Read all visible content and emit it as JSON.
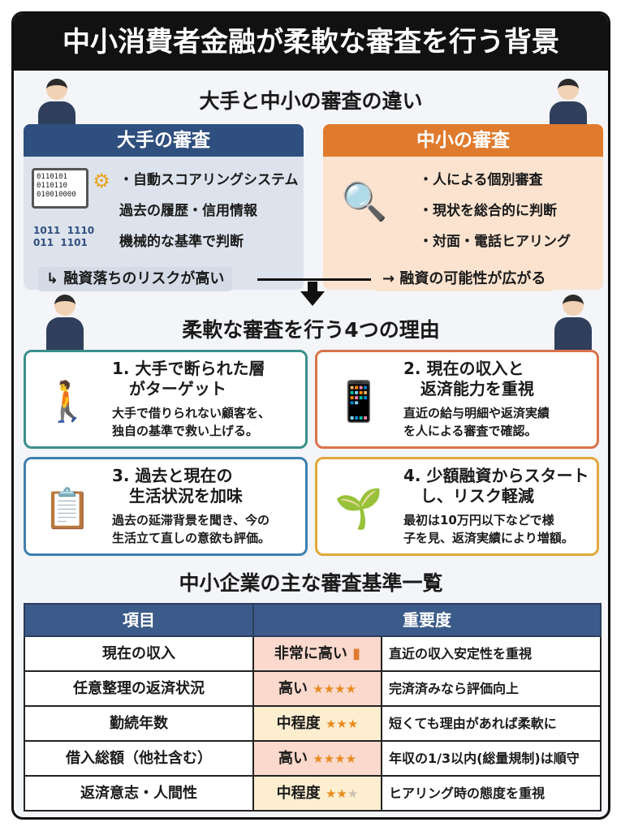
{
  "title": "中小消費者金融が柔軟な審査を行う背景",
  "section1": {
    "heading": "大手と中小の審査の違い",
    "left": {
      "title": "大手の審査",
      "color": "#2f4f7f",
      "items": [
        "・自動スコアリングシステム",
        "過去の履歴・信用情報",
        "機械的な基準で判断"
      ],
      "binary": [
        "0110101",
        "0110110",
        "010010000",
        "1011  1110",
        "011  1101"
      ],
      "result": "融資落ちのリスクが高い"
    },
    "right": {
      "title": "中小の審査",
      "color": "#e07b2e",
      "items": [
        "・人による個別審査",
        "・現状を総合的に判断",
        "・対面・電話ヒアリング"
      ],
      "result": "融資の可能性が広がる"
    }
  },
  "section2": {
    "heading": "柔軟な審査を行う4つの理由",
    "cards": [
      {
        "title": "1. 大手で断られた層\n   がターゲット",
        "desc": "大手で借りられない顧客を、\n独自の基準で救い上げる。",
        "color": "#3a8f8a",
        "icon": "people-walking-icon"
      },
      {
        "title": "2. 現在の収入と\n   返済能力を重視",
        "desc": "直近の給与明細や返済実績\nを人による審査で確認。",
        "color": "#d9734a",
        "icon": "payslip-phone-icon"
      },
      {
        "title": "3. 過去と現在の\n   生活状況を加味",
        "desc": "過去の延滞背景を聞き、今の\n生活立て直しの意欲も評価。",
        "color": "#3f7fb0",
        "icon": "documents-icon"
      },
      {
        "title": "4. 少額融資からスタート\n   し、リスク軽減",
        "desc": "最初は10万円以下などで様\n子を見、返済実績により増額。",
        "color": "#e0a93a",
        "icon": "sprout-hand-icon"
      }
    ]
  },
  "section3": {
    "heading": "中小企業の主な審査基準一覧",
    "headers": [
      "項目",
      "重要度"
    ],
    "rows": [
      {
        "item": "現在の収入",
        "level": "非常に高い",
        "stars": null,
        "rating_icon": "bar-chart-icon",
        "note": "直近の収入安定性を重視",
        "tone": "hi"
      },
      {
        "item": "任意整理の返済状況",
        "level": "高い",
        "stars": 3.5,
        "max": 4,
        "note": "完済済みなら評価向上",
        "tone": "hi"
      },
      {
        "item": "勤続年数",
        "level": "中程度",
        "stars": 3,
        "max": 3,
        "note": "短くても理由があれば柔軟に",
        "tone": "md"
      },
      {
        "item": "借入総額（他社含む）",
        "level": "高い",
        "stars": 3.5,
        "max": 4,
        "note": "年収の1/3以内(総量規制)は順守",
        "tone": "hi"
      },
      {
        "item": "返済意志・人間性",
        "level": "中程度",
        "stars": 2,
        "max": 3,
        "note": "ヒアリング時の態度を重視",
        "tone": "md"
      }
    ]
  }
}
